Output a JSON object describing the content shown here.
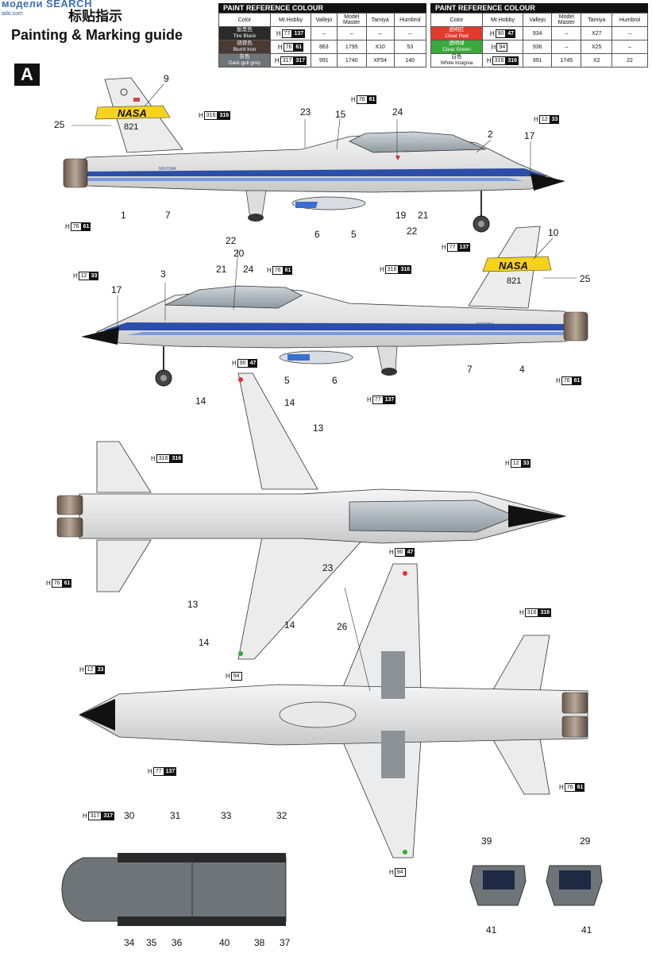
{
  "watermark": "модели SEARCH",
  "watermark_site": "ado.com",
  "title_cn": "标贴指示",
  "title_en": "Painting & Marking guide",
  "scheme_label": "A",
  "table_caption": "PAINT  REFERENCE COLOUR",
  "table_headers": [
    "Color",
    "Mr.Hobby",
    "Vallejo",
    "Model Master",
    "Tamiya",
    "Humbrol"
  ],
  "table_left": [
    {
      "cn": "胎黑色",
      "en": "Tire Black",
      "hb": [
        "77",
        "137"
      ],
      "vallejo": "–",
      "mm": "–",
      "tamiya": "–",
      "humbrol": "–",
      "color": "#2a2a2a"
    },
    {
      "cn": "烧铁色",
      "en": "Burnt Iron",
      "hb": [
        "76",
        "61"
      ],
      "vallejo": "863",
      "mm": "1795",
      "tamiya": "X10",
      "humbrol": "53",
      "color": "#4a3a34"
    },
    {
      "cn": "灰色",
      "en": "Dark gull grey",
      "hb": [
        "317",
        "317"
      ],
      "vallejo": "991",
      "mm": "1740",
      "tamiya": "XF54",
      "humbrol": "140",
      "color": "#6f7478"
    }
  ],
  "table_right": [
    {
      "cn": "透明红",
      "en": "Clear Red",
      "hb": [
        "90",
        "47"
      ],
      "vallejo": "934",
      "mm": "–",
      "tamiya": "X27",
      "humbrol": "–",
      "color": "#e23a2c"
    },
    {
      "cn": "透明绿",
      "en": "Clear Green",
      "hb": [
        "94",
        ""
      ],
      "vallejo": "936",
      "mm": "–",
      "tamiya": "X25",
      "humbrol": "–",
      "color": "#3aa83a"
    },
    {
      "cn": "白色",
      "en": "White Insignia",
      "hb": [
        "316",
        "316"
      ],
      "vallejo": "991",
      "mm": "1745",
      "tamiya": "X2",
      "humbrol": "22",
      "color": "#ffffff"
    }
  ],
  "tail": {
    "text": "NASA",
    "number": "821"
  },
  "nose_text": "NOVONA",
  "paint_callouts": {
    "p76": [
      "76",
      "61"
    ],
    "p316": [
      "316",
      "316"
    ],
    "p12": [
      "12",
      "33"
    ],
    "p77": [
      "77",
      "137"
    ],
    "p90": [
      "90",
      "47"
    ],
    "p94": [
      "94",
      ""
    ],
    "p317": [
      "317",
      "317"
    ]
  },
  "side1_numbers": {
    "n9": "9",
    "n25": "25",
    "n23": "23",
    "n15": "15",
    "n24": "24",
    "n2": "2",
    "n17": "17",
    "n1": "1",
    "n7": "7",
    "n6": "6",
    "n5": "5",
    "n19": "19",
    "n21": "21",
    "n22": "22"
  },
  "side2_numbers": {
    "n10": "10",
    "n25": "25",
    "n22": "22",
    "n20": "20",
    "n21": "21",
    "n24": "24",
    "n3": "3",
    "n17": "17",
    "n5": "5",
    "n6": "6",
    "n7": "7",
    "n4": "4"
  },
  "top_numbers": {
    "n14a": "14",
    "n14b": "14",
    "n13": "13",
    "n23": "23",
    "n13b": "13",
    "n14c": "14",
    "n14d": "14"
  },
  "bottom_numbers": {
    "n26": "26"
  },
  "cockpit_numbers": [
    "30",
    "31",
    "33",
    "32",
    "34",
    "35",
    "36",
    "40",
    "38",
    "37"
  ],
  "panel_numbers": {
    "p39": "39",
    "p29": "29",
    "p41a": "41",
    "p41b": "41"
  }
}
